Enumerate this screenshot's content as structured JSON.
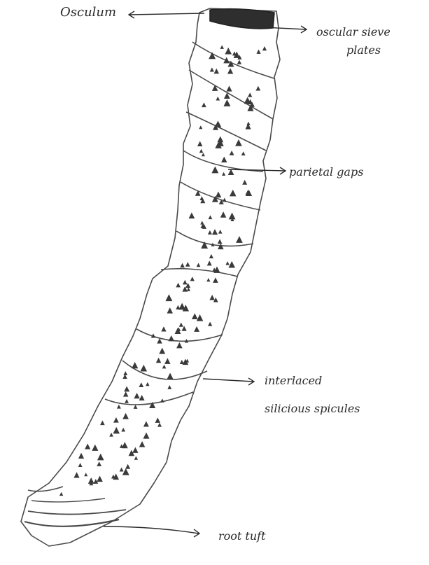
{
  "diagram": {
    "labels": {
      "osculum": "Osculum",
      "oscular_sieve_plates_line1": "oscular sieve",
      "oscular_sieve_plates_line2": "plates",
      "parietal_gaps": "parietal gaps",
      "spicules_line1": "interlaced",
      "spicules_line2": "silicious spicules",
      "root_tuft": "root tuft"
    },
    "colors": {
      "ink": "#2a2a2a",
      "paper": "#ffffff",
      "pencil": "#555555"
    }
  }
}
